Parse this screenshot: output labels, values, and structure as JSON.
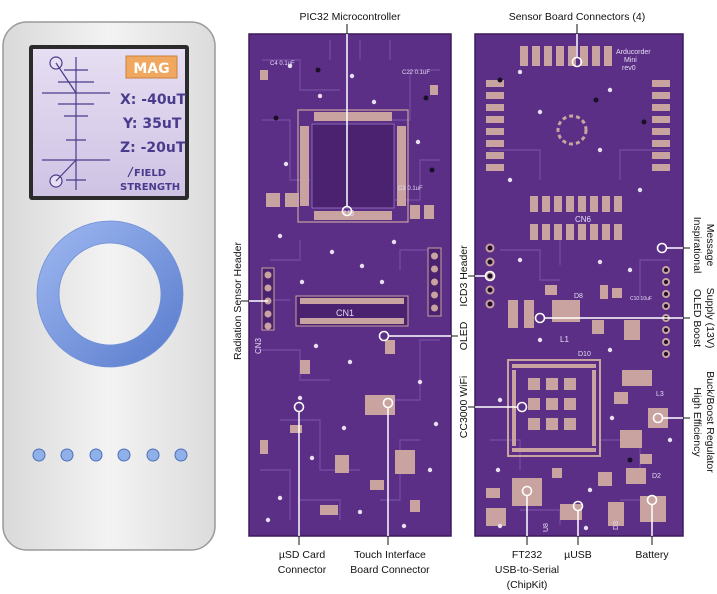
{
  "device": {
    "screen": {
      "mode_badge": "MAG",
      "readings": [
        "X: -40uT",
        "Y: 35uT",
        "Z: -20uT"
      ],
      "caption_line1": "FIELD",
      "caption_line2": "STRENGTH"
    },
    "buttons_count": 6
  },
  "board_left": {
    "silkscreen": [
      "C4 0.1uF",
      "C22 0.1uF",
      "C3 0.1uF",
      "CN1",
      "CN3",
      "U3"
    ]
  },
  "board_right": {
    "silkscreen": [
      "Arducorder",
      "Mini",
      "rev0",
      "CN6",
      "L1",
      "D8",
      "D10",
      "L3",
      "D2",
      "D3",
      "U8",
      "C10 10uF"
    ]
  },
  "callouts": {
    "top_left": "PIC32 Microcontroller",
    "top_right": "Sensor Board Connectors (4)",
    "radiation": "Radiation Sensor Header",
    "icd3": "ICD3 Header",
    "oled": "OLED",
    "wifi": "CC3000 WiFi",
    "inspirational_1": "Inspirational",
    "inspirational_2": "Message",
    "oled_boost_1": "OLED Boost",
    "oled_boost_2": "Supply (13V)",
    "regulator_1": "High Efficiency",
    "regulator_2": "Buck/Boost Regulator",
    "usd_1": "µSD Card",
    "usd_2": "Connector",
    "touch_1": "Touch Interface",
    "touch_2": "Board Connector",
    "ft232_1": "FT232",
    "ft232_2": "USB-to-Serial",
    "ft232_3": "(ChipKit)",
    "musb": "µUSB",
    "battery": "Battery"
  },
  "colors": {
    "pcb": "#5b2f86",
    "pcb_dark": "#3d1a5e",
    "pad": "#c9a3a0",
    "device_body": "#ececec",
    "screen_bg": "#d7cde8",
    "ring": "#7f9fe0",
    "badge": "#f0a860"
  }
}
